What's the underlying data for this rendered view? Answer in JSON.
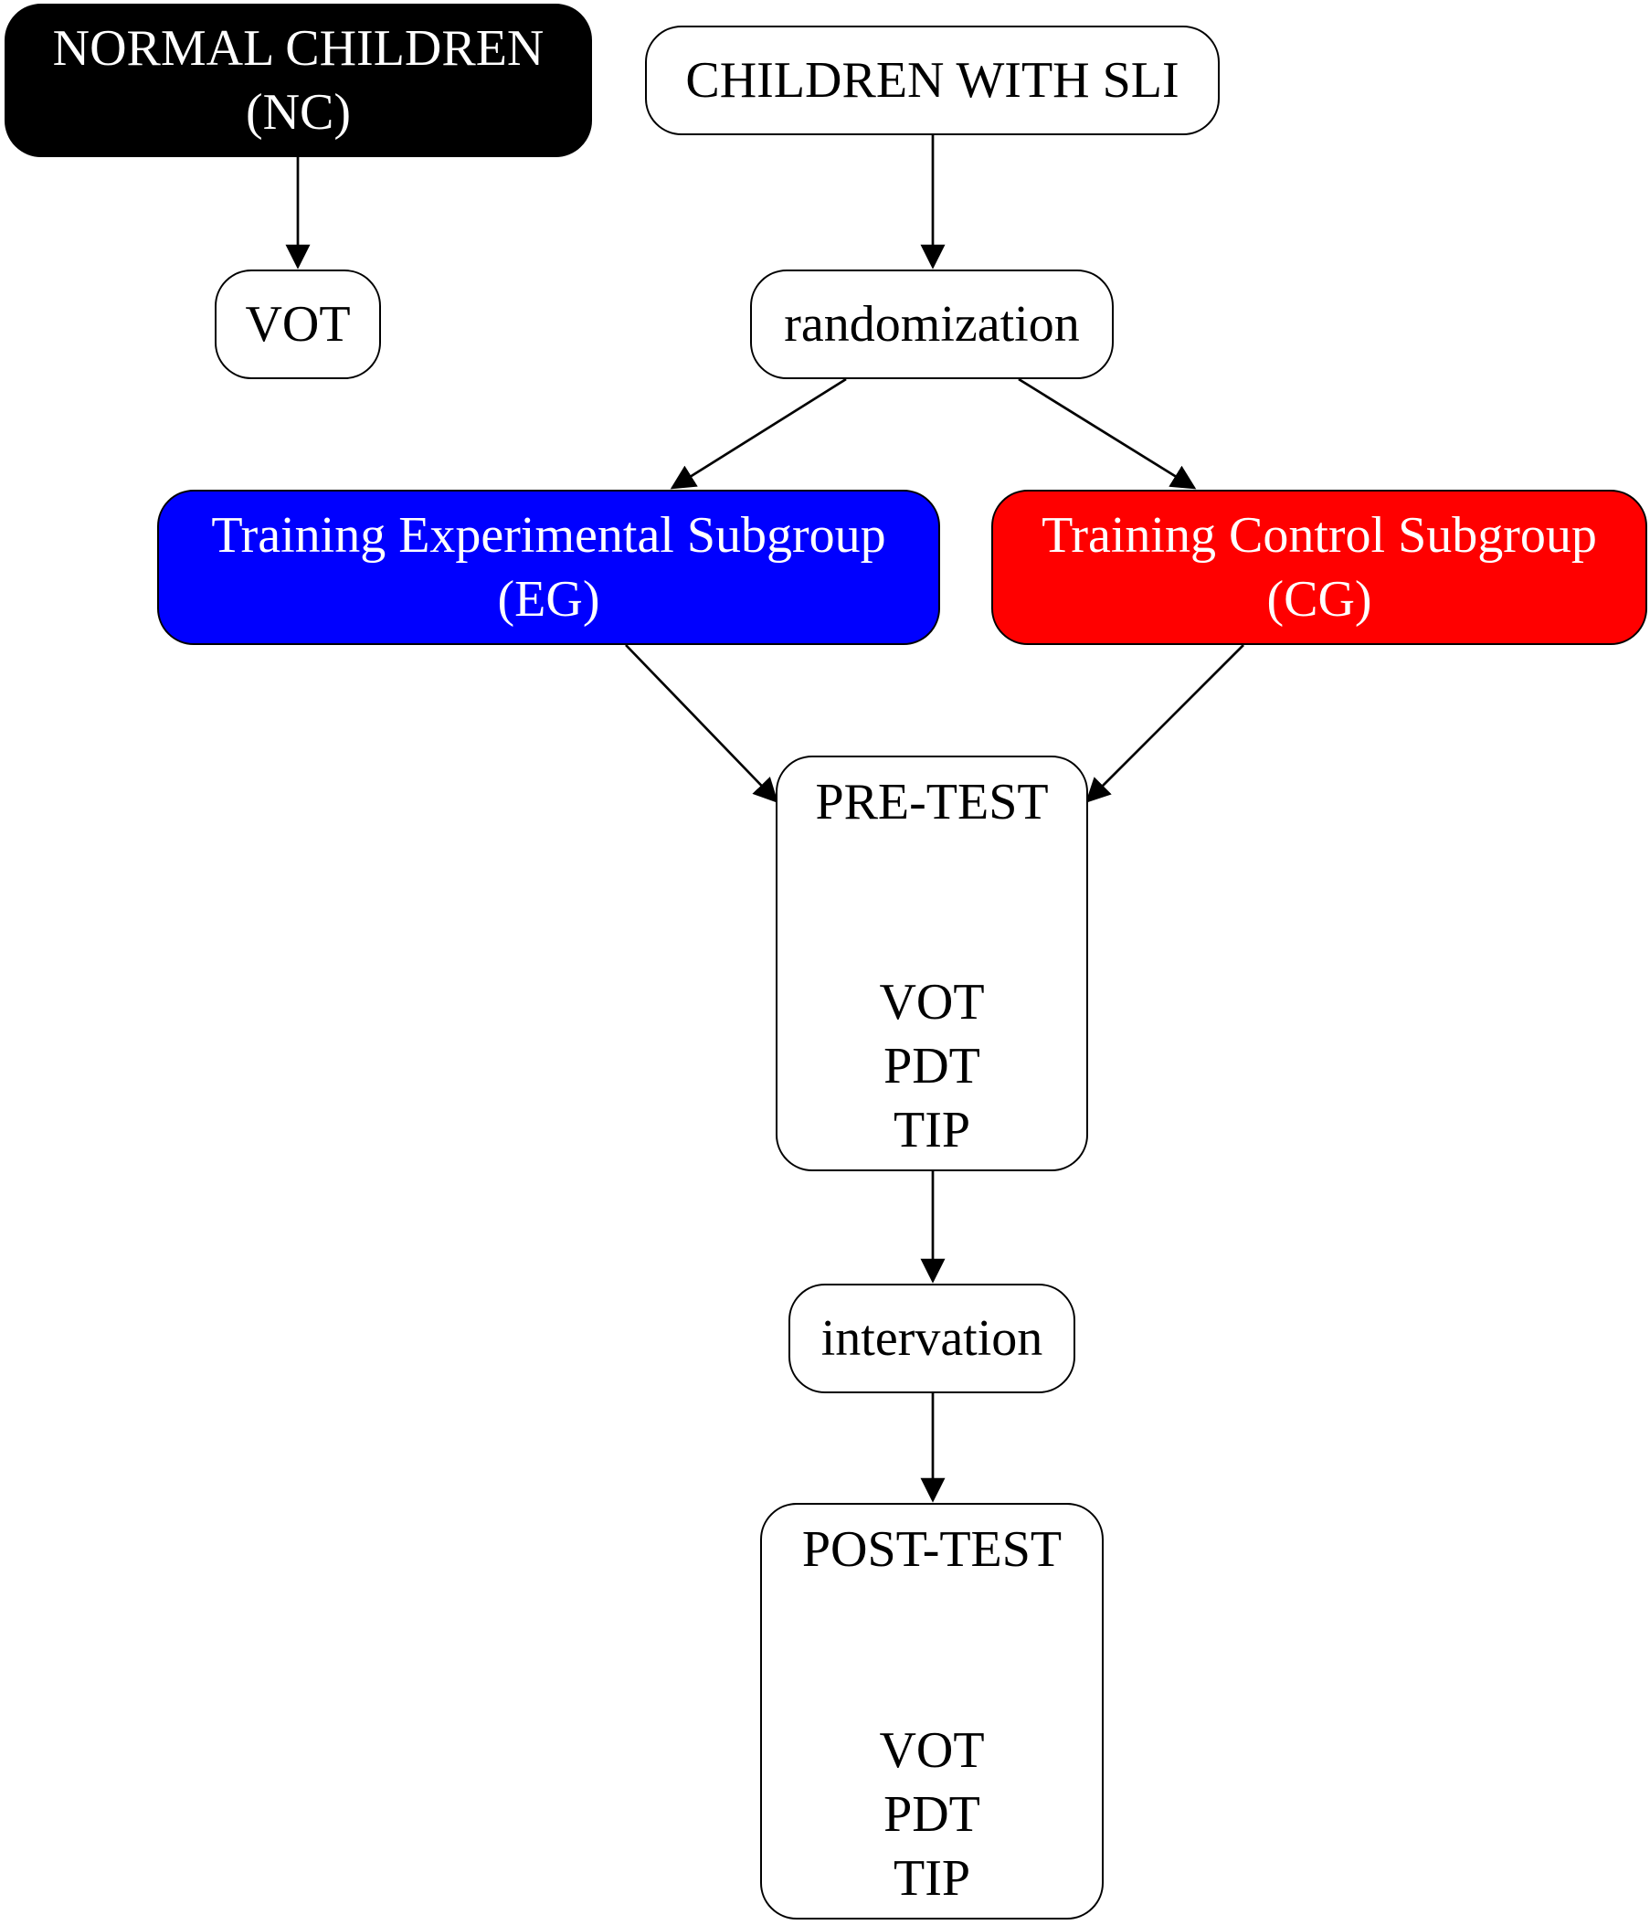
{
  "nodes": {
    "normal_children": {
      "line1": "NORMAL CHILDREN",
      "line2": "(NC)"
    },
    "children_sli": {
      "label": "CHILDREN WITH SLI"
    },
    "vot": {
      "label": "VOT"
    },
    "randomization": {
      "label": "randomization"
    },
    "experimental": {
      "line1": "Training Experimental Subgroup",
      "line2": "(EG)"
    },
    "control": {
      "line1": "Training Control Subgroup",
      "line2": "(CG)"
    },
    "pre_test": {
      "title": "PRE-TEST",
      "items": [
        "VOT",
        "PDT",
        "TIP"
      ]
    },
    "intervation": {
      "label": "intervation"
    },
    "post_test": {
      "title": "POST-TEST",
      "items": [
        "VOT",
        "PDT",
        "TIP"
      ]
    }
  },
  "colors": {
    "normal_children_fill": "#000000",
    "experimental_fill": "#0000ff",
    "control_fill": "#ff0000",
    "default_fill": "#ffffff",
    "edge": "#000000"
  },
  "edges": [
    {
      "from": "normal_children",
      "to": "vot"
    },
    {
      "from": "children_sli",
      "to": "randomization"
    },
    {
      "from": "randomization",
      "to": "experimental"
    },
    {
      "from": "randomization",
      "to": "control"
    },
    {
      "from": "experimental",
      "to": "pre_test"
    },
    {
      "from": "control",
      "to": "pre_test"
    },
    {
      "from": "pre_test",
      "to": "intervation"
    },
    {
      "from": "intervation",
      "to": "post_test"
    }
  ]
}
